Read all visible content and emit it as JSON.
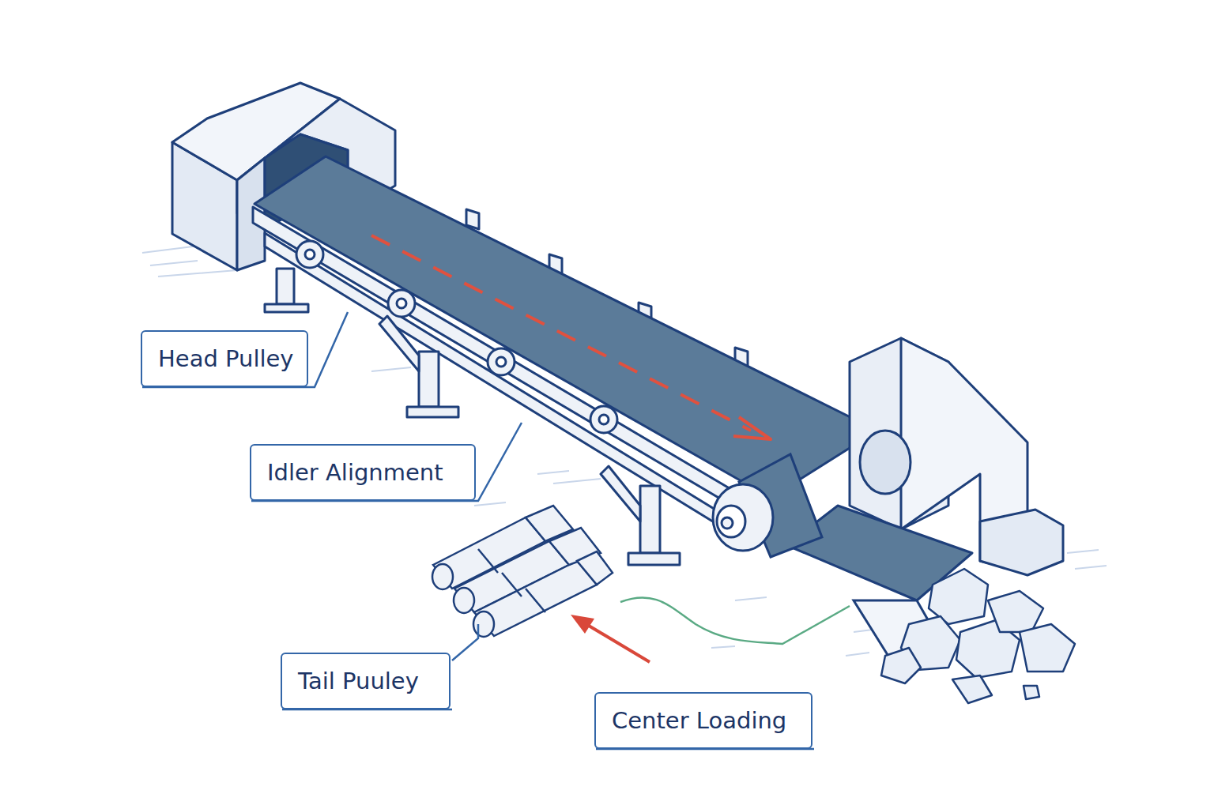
{
  "diagram": {
    "nodes": [
      {
        "text": [
          "Head Pulley"
        ]
      },
      {
        "text": [
          "Idler Alignment"
        ]
      },
      {
        "text": [
          "Tail Puuley"
        ]
      },
      {
        "text": [
          "Center Loading"
        ]
      }
    ]
  }
}
